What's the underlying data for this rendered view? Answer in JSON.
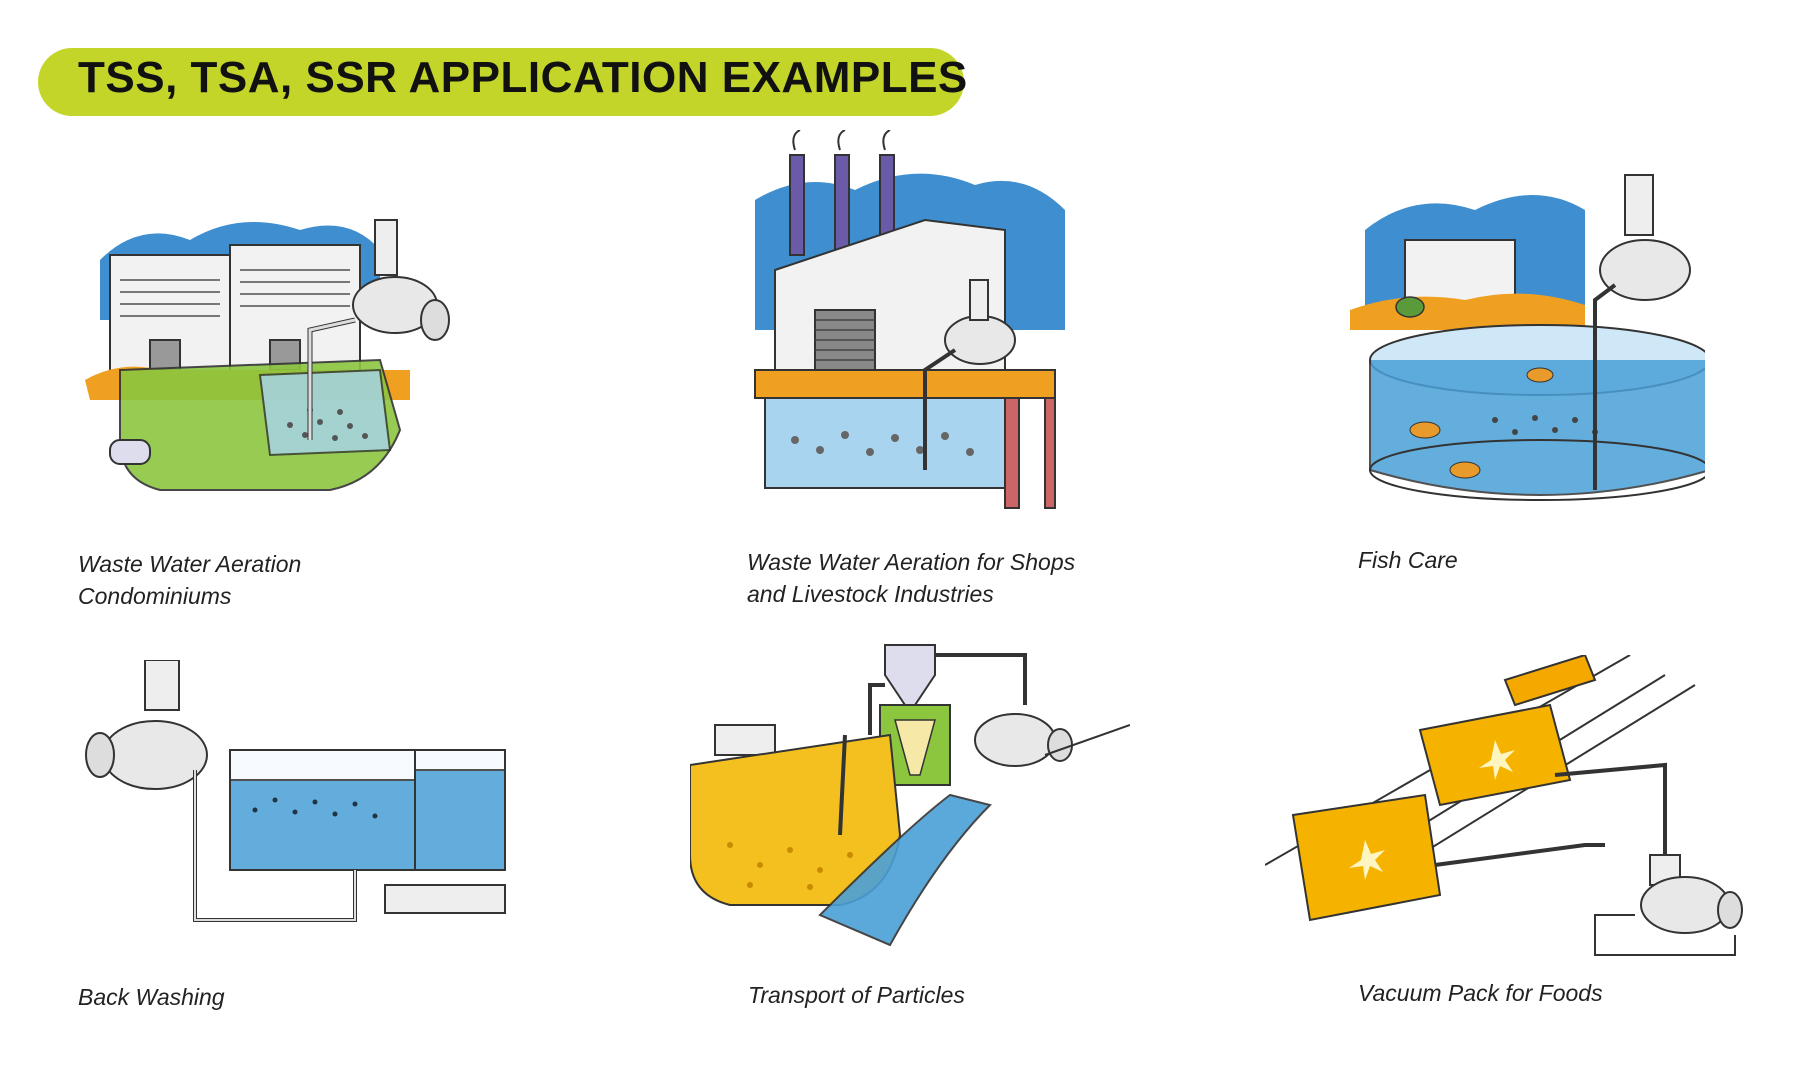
{
  "header": {
    "title": "TSS, TSA, SSR APPLICATION EXAMPLES",
    "accent_color": "#c4d52a"
  },
  "examples": [
    {
      "caption_line1": "Waste Water Aeration",
      "caption_line2": "Condominiums",
      "illustration": "condominium-aeration-illustration"
    },
    {
      "caption_line1": "Waste Water Aeration for Shops",
      "caption_line2": "and Livestock Industries",
      "illustration": "factory-aeration-illustration"
    },
    {
      "caption_line1": "Fish Care",
      "caption_line2": "",
      "illustration": "fish-tank-illustration"
    },
    {
      "caption_line1": "Back Washing",
      "caption_line2": "",
      "illustration": "back-washing-illustration"
    },
    {
      "caption_line1": "Transport of Particles",
      "caption_line2": "",
      "illustration": "particle-transport-illustration"
    },
    {
      "caption_line1": "Vacuum Pack for Foods",
      "caption_line2": "",
      "illustration": "vacuum-pack-illustration"
    }
  ]
}
